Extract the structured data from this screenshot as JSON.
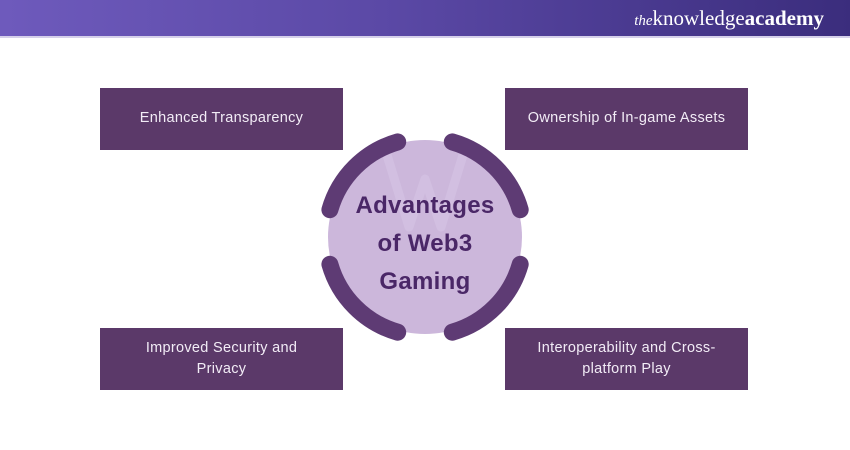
{
  "header": {
    "logo": {
      "the": "the",
      "knowledge": "knowledge",
      "academy": "academy"
    }
  },
  "diagram": {
    "center": {
      "lines": [
        "Advantages",
        "of Web3",
        "Gaming"
      ]
    },
    "items": [
      {
        "position": "top-left",
        "label": "Enhanced Transparency"
      },
      {
        "position": "top-right",
        "label": "Ownership of In-game Assets"
      },
      {
        "position": "bottom-left",
        "label": "Improved Security and\nPrivacy"
      },
      {
        "position": "bottom-right",
        "label": "Interoperability and Cross-\nplatform Play"
      }
    ],
    "colors": {
      "header_gradient_start": "#6e5abc",
      "header_gradient_end": "#3b2d7d",
      "box_background": "#5b3969",
      "box_text": "#f2ecf6",
      "circle_fill": "#ccb7db",
      "ring_arcs": "#5e3b74",
      "center_text": "#4a2767"
    }
  }
}
